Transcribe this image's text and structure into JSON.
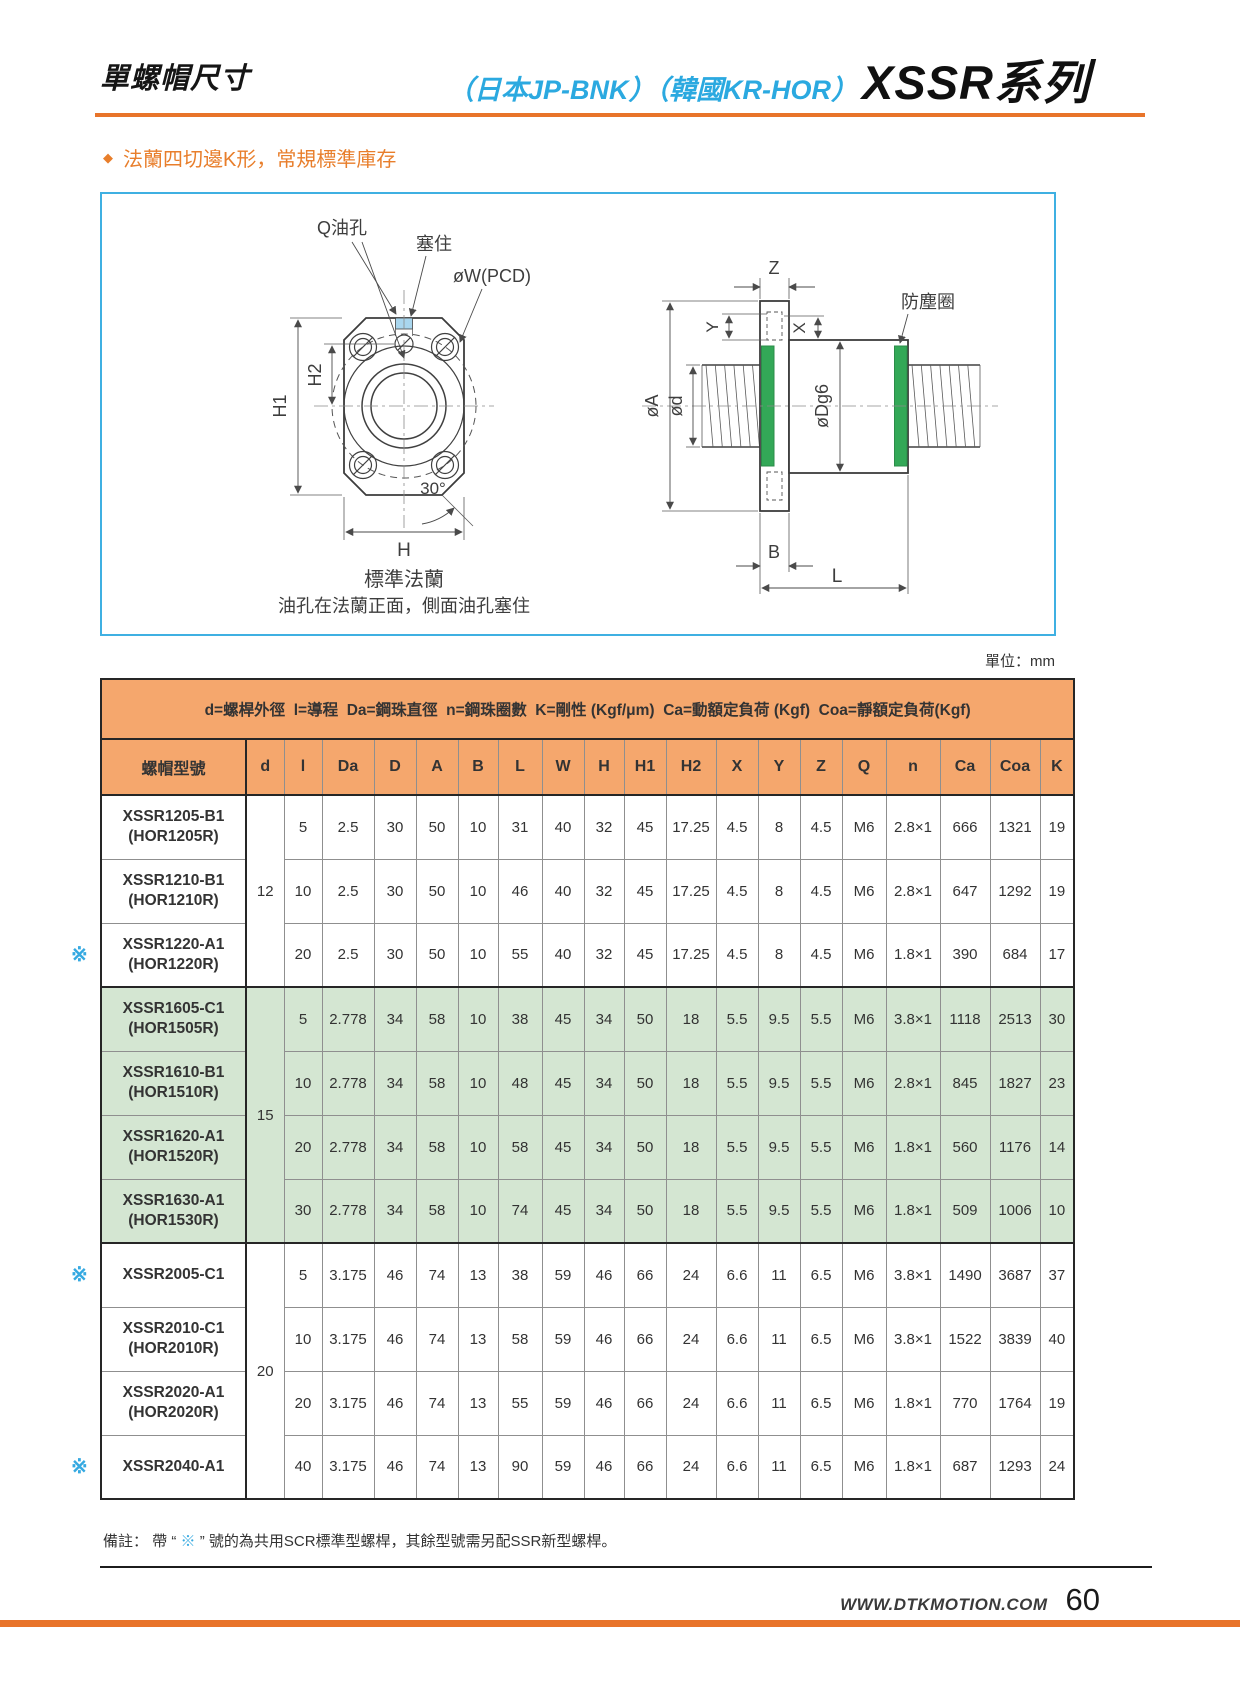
{
  "header": {
    "title": "單螺帽尺寸",
    "subtitle": "（日本JP-BNK）（韓國KR-HOR）",
    "series": "XSSR系列"
  },
  "section": {
    "bullet": "◆",
    "label": "法蘭四切邊K形，常規標準庫存"
  },
  "diagram": {
    "front": {
      "q_label": "Q油孔",
      "plug_label": "塞住",
      "pcd_label": "øW(PCD)",
      "h1_label": "H1",
      "h2_label": "H2",
      "h_label": "H",
      "angle_label": "30°",
      "caption1": "標準法蘭",
      "caption2": "油孔在法蘭正面，側面油孔塞住"
    },
    "side": {
      "z_label": "Z",
      "y_label": "Y",
      "x_label": "X",
      "dust_label": "防塵圈",
      "a_label": "øA",
      "d_label": "ød",
      "dg6_label": "øDg6",
      "b_label": "B",
      "l_label": "L"
    }
  },
  "table": {
    "unit": "單位：mm",
    "legend": "d=螺桿外徑  l=導程  Da=鋼珠直徑  n=鋼珠圈數  K=剛性 (Kgf/μm)  Ca=動額定負荷 (Kgf)  Coa=靜額定負荷(Kgf)",
    "columns": [
      "螺帽型號",
      "d",
      "l",
      "Da",
      "D",
      "A",
      "B",
      "L",
      "W",
      "H",
      "H1",
      "H2",
      "X",
      "Y",
      "Z",
      "Q",
      "n",
      "Ca",
      "Coa",
      "K"
    ],
    "marker_symbol": "※",
    "rows": [
      {
        "model": "XSSR1205-B1",
        "alt": "(HOR1205R)",
        "d": "12",
        "dspan": 3,
        "green": false,
        "marked": false,
        "group_start": false,
        "values": [
          "5",
          "2.5",
          "30",
          "50",
          "10",
          "31",
          "40",
          "32",
          "45",
          "17.25",
          "4.5",
          "8",
          "4.5",
          "M6",
          "2.8×1",
          "666",
          "1321",
          "19"
        ]
      },
      {
        "model": "XSSR1210-B1",
        "alt": "(HOR1210R)",
        "green": false,
        "marked": false,
        "group_start": false,
        "values": [
          "10",
          "2.5",
          "30",
          "50",
          "10",
          "46",
          "40",
          "32",
          "45",
          "17.25",
          "4.5",
          "8",
          "4.5",
          "M6",
          "2.8×1",
          "647",
          "1292",
          "19"
        ]
      },
      {
        "model": "XSSR1220-A1",
        "alt": "(HOR1220R)",
        "green": false,
        "marked": true,
        "group_start": false,
        "values": [
          "20",
          "2.5",
          "30",
          "50",
          "10",
          "55",
          "40",
          "32",
          "45",
          "17.25",
          "4.5",
          "8",
          "4.5",
          "M6",
          "1.8×1",
          "390",
          "684",
          "17"
        ]
      },
      {
        "model": "XSSR1605-C1",
        "alt": "(HOR1505R)",
        "d": "15",
        "dspan": 4,
        "green": true,
        "marked": false,
        "group_start": true,
        "values": [
          "5",
          "2.778",
          "34",
          "58",
          "10",
          "38",
          "45",
          "34",
          "50",
          "18",
          "5.5",
          "9.5",
          "5.5",
          "M6",
          "3.8×1",
          "1118",
          "2513",
          "30"
        ]
      },
      {
        "model": "XSSR1610-B1",
        "alt": "(HOR1510R)",
        "green": true,
        "marked": false,
        "group_start": false,
        "values": [
          "10",
          "2.778",
          "34",
          "58",
          "10",
          "48",
          "45",
          "34",
          "50",
          "18",
          "5.5",
          "9.5",
          "5.5",
          "M6",
          "2.8×1",
          "845",
          "1827",
          "23"
        ]
      },
      {
        "model": "XSSR1620-A1",
        "alt": "(HOR1520R)",
        "green": true,
        "marked": false,
        "group_start": false,
        "values": [
          "20",
          "2.778",
          "34",
          "58",
          "10",
          "58",
          "45",
          "34",
          "50",
          "18",
          "5.5",
          "9.5",
          "5.5",
          "M6",
          "1.8×1",
          "560",
          "1176",
          "14"
        ]
      },
      {
        "model": "XSSR1630-A1",
        "alt": "(HOR1530R)",
        "green": true,
        "marked": false,
        "group_start": false,
        "values": [
          "30",
          "2.778",
          "34",
          "58",
          "10",
          "74",
          "45",
          "34",
          "50",
          "18",
          "5.5",
          "9.5",
          "5.5",
          "M6",
          "1.8×1",
          "509",
          "1006",
          "10"
        ]
      },
      {
        "model": "XSSR2005-C1",
        "alt": "",
        "d": "20",
        "dspan": 4,
        "green": false,
        "marked": true,
        "group_start": true,
        "values": [
          "5",
          "3.175",
          "46",
          "74",
          "13",
          "38",
          "59",
          "46",
          "66",
          "24",
          "6.6",
          "11",
          "6.5",
          "M6",
          "3.8×1",
          "1490",
          "3687",
          "37"
        ]
      },
      {
        "model": "XSSR2010-C1",
        "alt": "(HOR2010R)",
        "green": false,
        "marked": false,
        "group_start": false,
        "values": [
          "10",
          "3.175",
          "46",
          "74",
          "13",
          "58",
          "59",
          "46",
          "66",
          "24",
          "6.6",
          "11",
          "6.5",
          "M6",
          "3.8×1",
          "1522",
          "3839",
          "40"
        ]
      },
      {
        "model": "XSSR2020-A1",
        "alt": "(HOR2020R)",
        "green": false,
        "marked": false,
        "group_start": false,
        "values": [
          "20",
          "3.175",
          "46",
          "74",
          "13",
          "55",
          "59",
          "46",
          "66",
          "24",
          "6.6",
          "11",
          "6.5",
          "M6",
          "1.8×1",
          "770",
          "1764",
          "19"
        ]
      },
      {
        "model": "XSSR2040-A1",
        "alt": "",
        "green": false,
        "marked": true,
        "group_start": false,
        "values": [
          "40",
          "3.175",
          "46",
          "74",
          "13",
          "90",
          "59",
          "46",
          "66",
          "24",
          "6.6",
          "11",
          "6.5",
          "M6",
          "1.8×1",
          "687",
          "1293",
          "24"
        ]
      }
    ]
  },
  "note": {
    "prefix": "備註： 帶",
    "quote_open": "“",
    "symbol": "※",
    "quote_close": "”",
    "suffix": "號的為共用SCR標準型螺桿，其餘型號需另配SSR新型螺桿。"
  },
  "footer": {
    "website": "WWW.DTKMOTION.COM",
    "page": "60"
  },
  "colors": {
    "accent_orange": "#E8742A",
    "table_header_orange": "#F5A76D",
    "row_green": "#D4E6D2",
    "cyan": "#2BA9E0",
    "seal_green": "#33A857",
    "plug_blue": "#A9D6EE"
  }
}
